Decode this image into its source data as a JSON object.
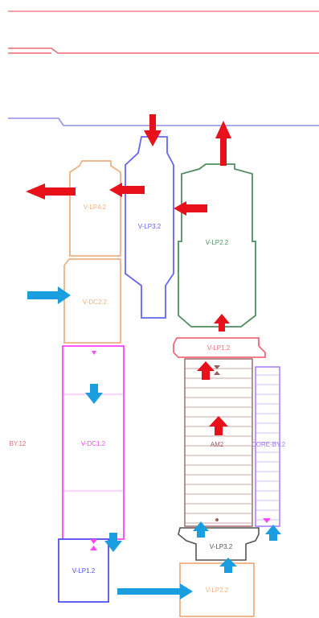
{
  "colors": {
    "red_line": "#f06a78",
    "blue_line": "#8f8fe6",
    "orange": "#f0b080",
    "blue": "#6666ee",
    "green": "#4f8f5f",
    "pink": "#f06a78",
    "magenta": "#ff44ff",
    "brown": "#9a6060",
    "gray": "#555555",
    "purple": "#a070ff",
    "violet": "#5050f0",
    "arrow_red": "#e8101a",
    "arrow_blue": "#1a9ee0"
  },
  "labels": {
    "v_lp4": "V-LP4.2",
    "v_lp3": "V-LP3.2",
    "v_lp2": "V-LP2.2",
    "v_dc2": "V-DC2.2",
    "v_dc1": "V-DC1.2",
    "v_lp1_right": "V-LP1.2",
    "am2": "AM2",
    "core_by": "CORE-BY.2",
    "by": "BY.12",
    "v_lp0_gray": "V-LP3.2",
    "v_lp1_bottom": "V-LP1.2",
    "v_lp2_bottom": "V-LP2.2"
  },
  "icons": {
    "arrow_up": "arrow-up-icon",
    "arrow_down": "arrow-down-icon",
    "arrow_left": "arrow-left-icon",
    "arrow_right": "arrow-right-icon"
  }
}
